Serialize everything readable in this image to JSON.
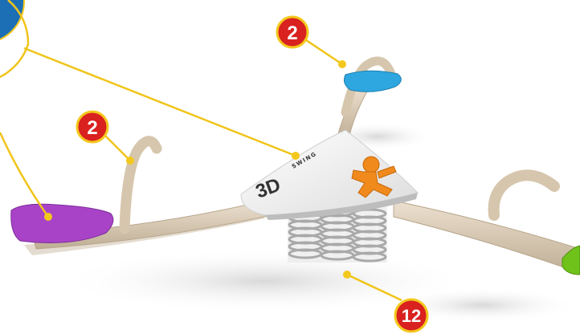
{
  "callouts": {
    "handle_top": "2",
    "handle_left": "2",
    "spring": "12"
  },
  "logo": {
    "mark": "3D",
    "word": "SWING"
  },
  "colors": {
    "seat_purple": "#a843c8",
    "seat_blue": "#2ea7e0",
    "seat_green": "#6fc21a",
    "figure_orange": "#f08a1c",
    "callout_red": "#d9211f",
    "callout_ring": "#f3c81d",
    "leader_line": "#f0c419",
    "frame_beige": "#d9c9b3",
    "lens_blue": "#1d6fb5"
  }
}
